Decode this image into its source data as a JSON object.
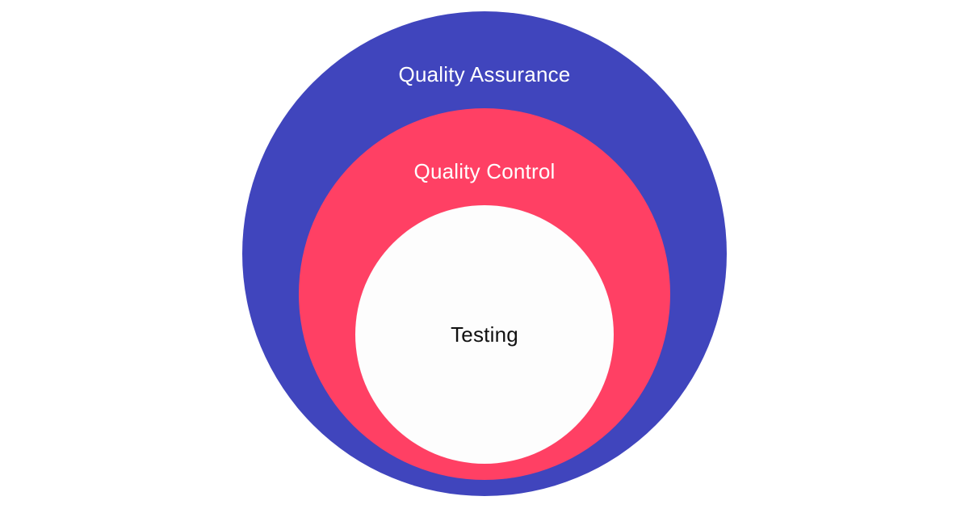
{
  "diagram": {
    "layers": [
      {
        "label": "Quality Assurance",
        "color": "#4045bd",
        "text_color": "#ffffff"
      },
      {
        "label": "Quality Control",
        "color": "#ff4064",
        "text_color": "#ffffff"
      },
      {
        "label": "Testing",
        "color": "#fdfdfd",
        "text_color": "#111111"
      }
    ]
  }
}
